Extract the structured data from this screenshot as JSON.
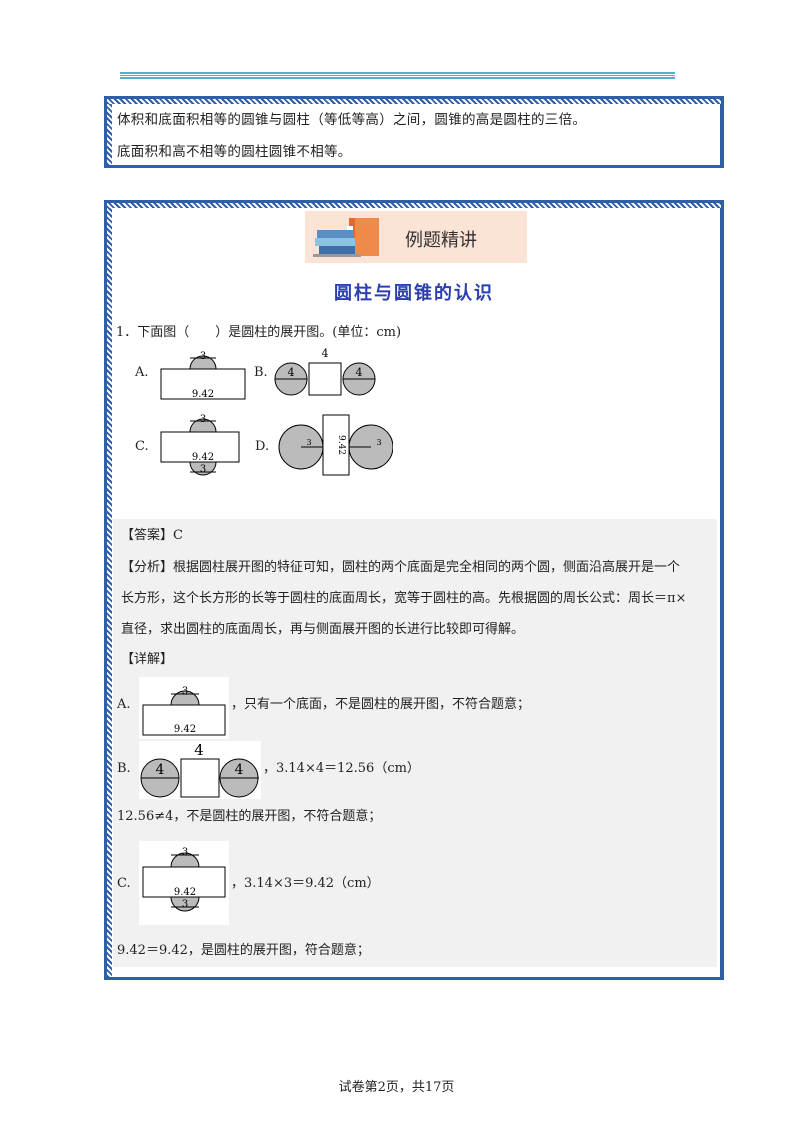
{
  "box1": {
    "line1": "体积和底面积相等的圆锥与圆柱（等低等高）之间，圆锥的高是圆柱的三倍。",
    "line2": "底面积和高不相等的圆柱圆锥不相等。"
  },
  "banner": {
    "text": "例题精讲"
  },
  "section_title": "圆柱与圆锥的认识",
  "question": "1．下面图（　　）是圆柱的展开图。(单位：cm)",
  "options": {
    "a": "A.",
    "b": "B.",
    "c": "C.",
    "d": "D."
  },
  "fig": {
    "r3": "3",
    "r4": "4",
    "len": "9.42",
    "side": "4"
  },
  "answer": {
    "label": "【答案】",
    "value": "C",
    "analysis_label": "【分析】",
    "analysis_l1": "根据圆柱展开图的特征可知，圆柱的两个底面是完全相同的两个圆，侧面沿高展开是一个",
    "analysis_l2": "长方形，这个长方形的长等于圆柱的底面周长，宽等于圆柱的高。先根据圆的周长公式：周长＝π×",
    "analysis_l3": "直径，求出圆柱的底面周长，再与侧面展开图的长进行比较即可得解。",
    "detail_label": "【详解】",
    "a_text": "，只有一个底面，不是圆柱的展开图，不符合题意；",
    "b_text": "，3.14×4＝12.56（cm）",
    "b_note": "12.56≠4，不是圆柱的展开图，不符合题意；",
    "c_text": "，3.14×3＝9.42（cm）",
    "c_note": "9.42＝9.42，是圆柱的展开图，符合题意；"
  },
  "footer": "试卷第2页，共17页"
}
